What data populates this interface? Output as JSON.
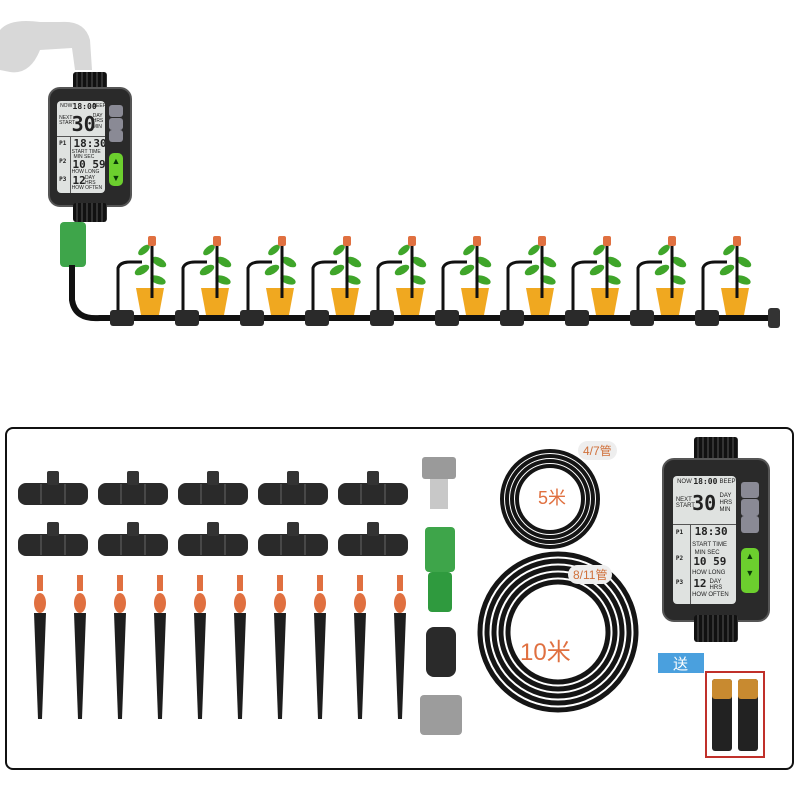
{
  "timer_display": {
    "now": "NOW",
    "clock": "18:00",
    "beep": "BEEP",
    "next_start": "NEXT START",
    "countdown": "30",
    "units": "DAY HRS MIN",
    "p1": "P1",
    "p2": "P2",
    "p3": "P3",
    "start_time_value": "18:30",
    "start_time_label": "START TIME",
    "min_sec": "MIN  SEC",
    "how_long_value": "10 59",
    "how_long_label": "HOW LONG",
    "how_often_value": "12",
    "how_often_units": "DAY HRS",
    "how_often_label": "HOW OFTEN",
    "up": "▲",
    "down": "▼"
  },
  "kit": {
    "small_hose_tag": "4/7管",
    "small_hose_length": "5米",
    "large_hose_tag": "8/11管",
    "large_hose_length": "10米",
    "gift_label": "送"
  },
  "colors": {
    "accent_orange": "#e07040",
    "button_green": "#6ccf2e",
    "pot_yellow": "#f0a820",
    "leaf_green": "#3fa52a",
    "gift_blue": "#2a8fd8",
    "battery_box_red": "#c0302a"
  },
  "counts": {
    "plants": 10,
    "tee_connectors": 10,
    "drip_stakes": 10
  }
}
